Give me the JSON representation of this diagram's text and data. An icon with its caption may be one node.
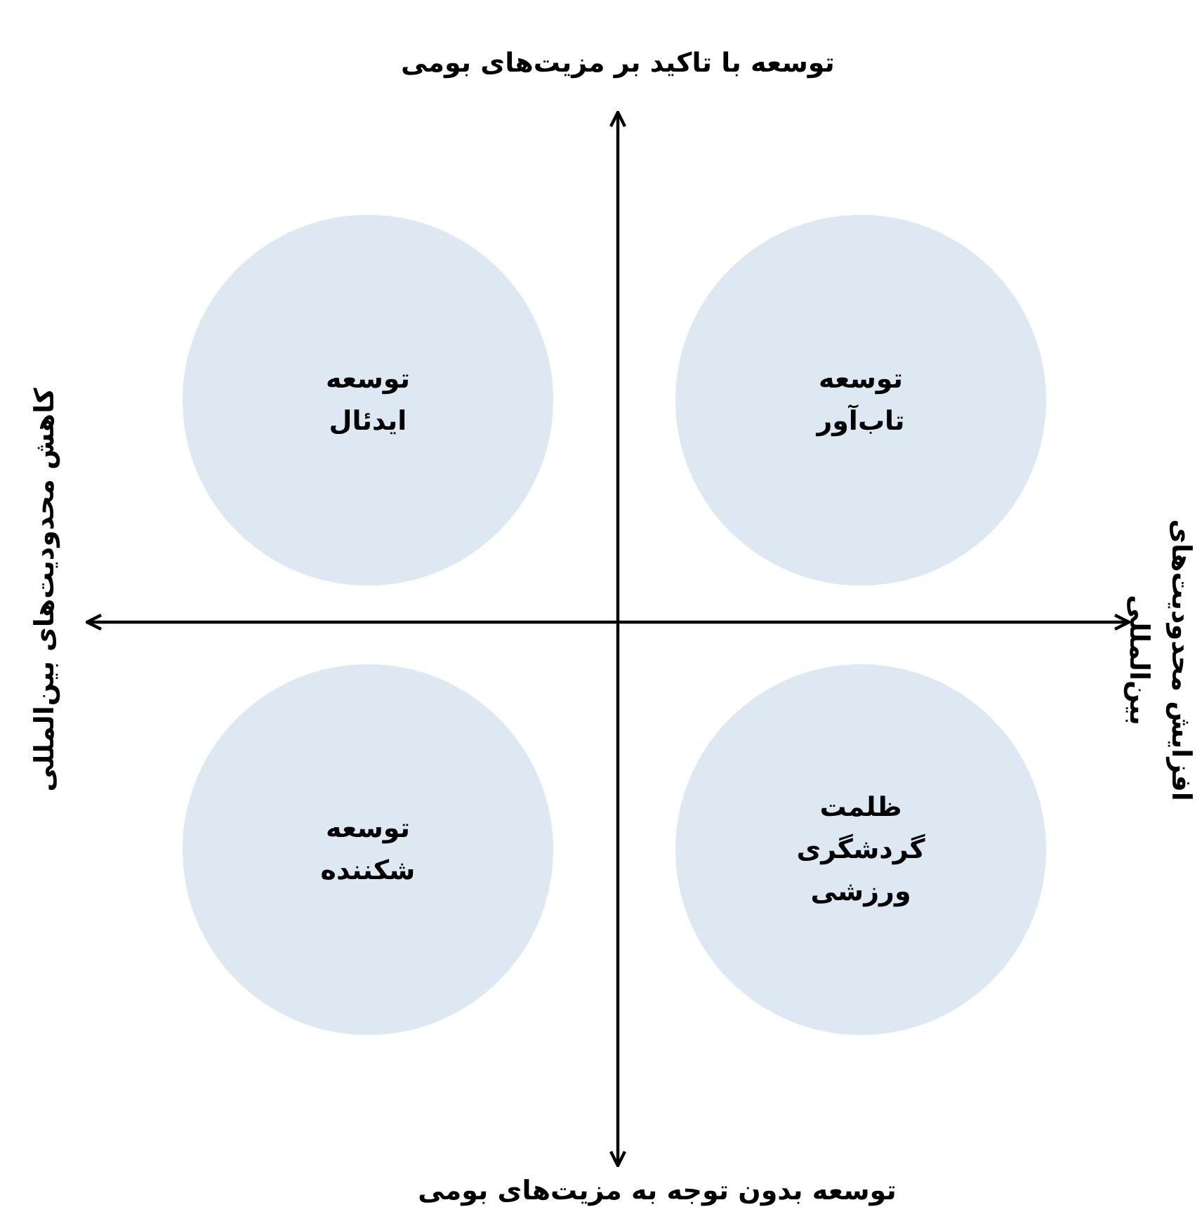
{
  "diagram": {
    "nodes": [
      {
        "text": [
          "توسعه ایدئال"
        ]
      },
      {
        "text": [
          "توسعه تاب‌آور"
        ]
      },
      {
        "text": [
          "توسعه شکننده"
        ]
      },
      {
        "text": [
          "ظلمت گردشگری ورزشی"
        ]
      }
    ],
    "labels": [
      "توسعه با تاکید بر مزیت‌های بومی",
      "کاهش محدودیت‌های بین‌المللی",
      "افزایش محدودیت‌های بین‌المللی",
      "توسعه بدون توجه به مزیت‌های بومی"
    ]
  }
}
